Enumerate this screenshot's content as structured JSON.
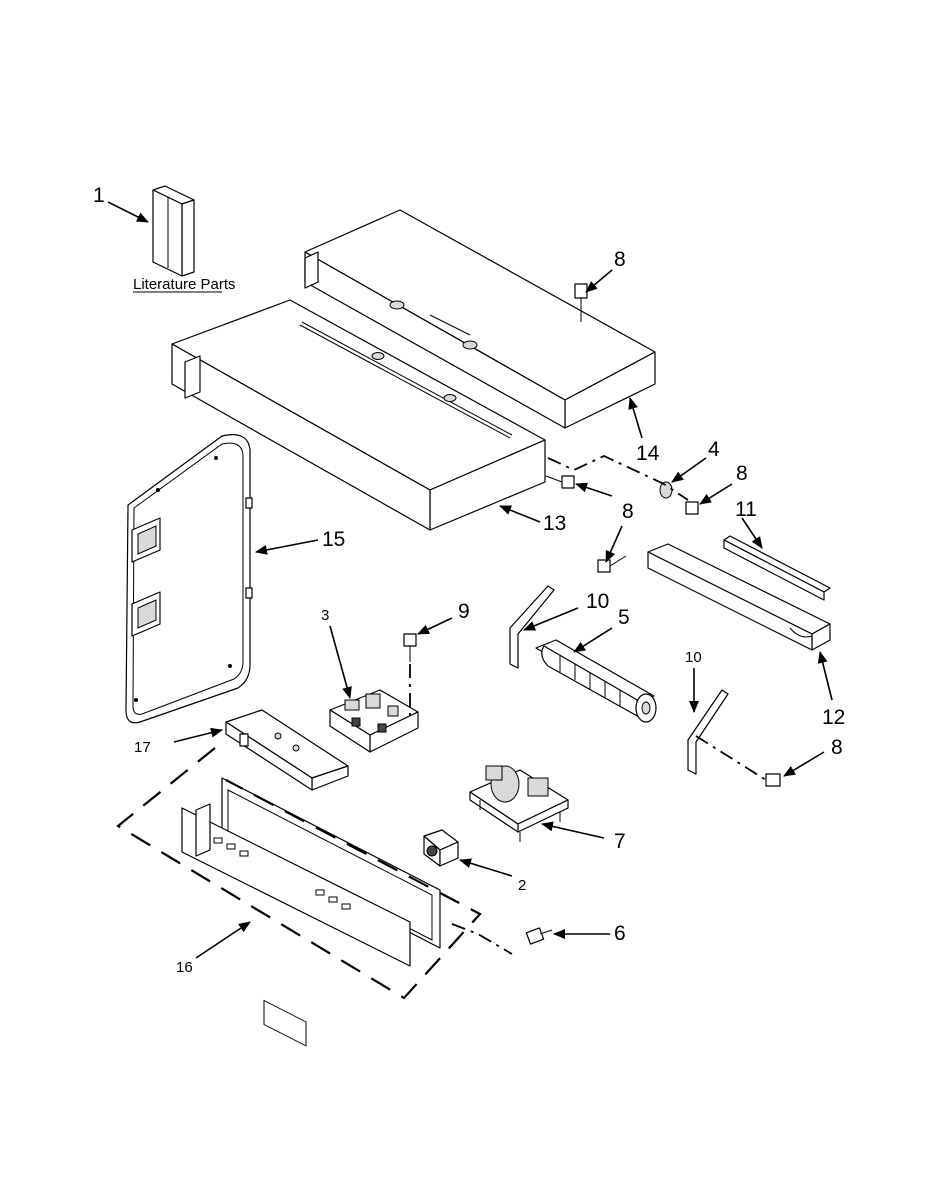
{
  "literature": {
    "caption": "Literature Parts"
  },
  "callouts": {
    "c1": "1",
    "c2": "2",
    "c3": "3",
    "c4": "4",
    "c5": "5",
    "c6": "6",
    "c7": "7",
    "c8": "8",
    "c9": "9",
    "c10": "10",
    "c11": "11",
    "c12": "12",
    "c13": "13",
    "c14": "14",
    "c15": "15",
    "c16": "16",
    "c17": "17"
  }
}
